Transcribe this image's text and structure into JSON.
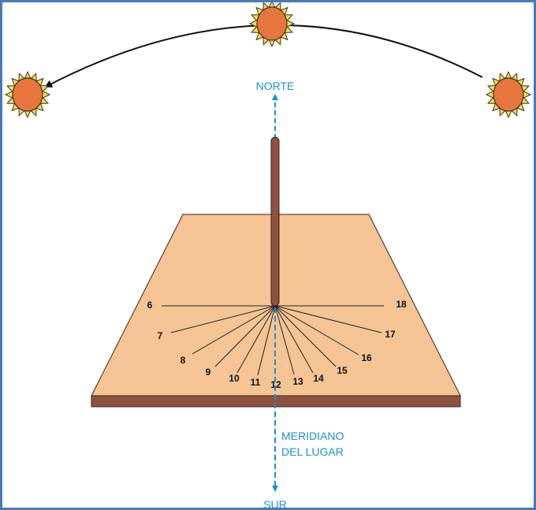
{
  "labels": {
    "north": "NORTE",
    "south": "SUR",
    "meridian_line1": "MERIDIANO",
    "meridian_line2": "DEL LUGAR"
  },
  "hours": [
    "6",
    "7",
    "8",
    "9",
    "10",
    "11",
    "12",
    "13",
    "14",
    "15",
    "16",
    "17",
    "18"
  ],
  "colors": {
    "border": "#4a7ab5",
    "board_top": "#f4c494",
    "board_edge": "#8e5340",
    "gnomon": "#8e5340",
    "sun_body": "#e8743e",
    "sun_rays": "#f7e03a",
    "meridian": "#1a8fd0"
  },
  "icons": [
    "sun-icon"
  ]
}
